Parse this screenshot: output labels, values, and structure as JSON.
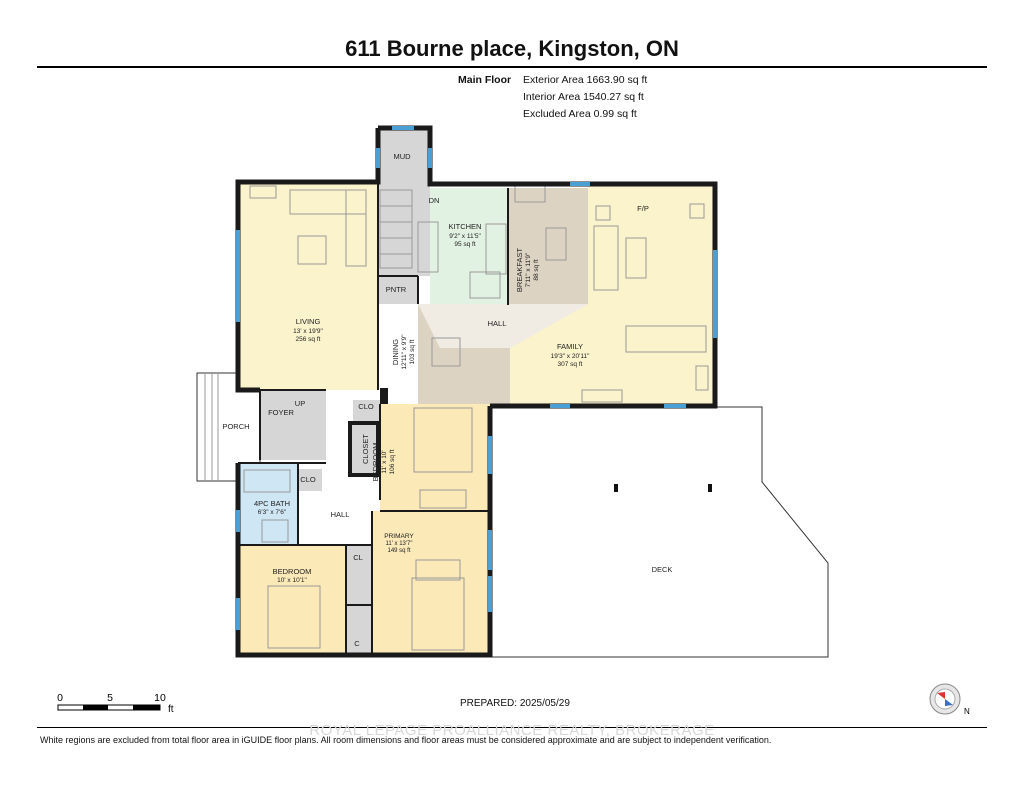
{
  "header": {
    "title": "611 Bourne place, Kingston, ON"
  },
  "area_summary": {
    "floor": "Main Floor",
    "exterior": "Exterior Area 1663.90 sq ft",
    "interior": "Interior Area 1540.27 sq ft",
    "excluded": "Excluded Area 0.99 sq ft"
  },
  "rooms": {
    "mud": "MUD",
    "dn": "DN",
    "kitchen": {
      "name": "KITCHEN",
      "dims": "9'2\" x 11'5\"",
      "area": "95 sq ft"
    },
    "breakfast": {
      "name": "BREAKFAST",
      "dims": "7'11\" x 11'9\"",
      "area": "88 sq ft"
    },
    "fp": "F/P",
    "living": {
      "name": "LIVING",
      "dims": "13' x 19'9\"",
      "area": "256 sq ft"
    },
    "pntr": "PNTR",
    "hall_top": "HALL",
    "dining": {
      "name": "DINING",
      "dims": "12'11\" x 9'9\"",
      "area": "103 sq ft"
    },
    "family": {
      "name": "FAMILY",
      "dims": "19'3\" x 20'11\"",
      "area": "307 sq ft"
    },
    "up": "UP",
    "foyer": "FOYER",
    "porch": "PORCH",
    "clo_top": "CLO",
    "closet": "CLOSET",
    "bedroom_upper": {
      "name": "BEDROOM",
      "dims": "11' x 10'",
      "area": "106 sq ft"
    },
    "clo_bath": "CLO",
    "bath": {
      "name": "4PC BATH",
      "dims": "6'3\" x 7'6\""
    },
    "hall_bottom": "HALL",
    "primary": {
      "name": "PRIMARY",
      "dims": "11' x 13'7\"",
      "area": "149 sq ft"
    },
    "deck": "DECK",
    "cl": "CL",
    "bedroom_lower": {
      "name": "BEDROOM",
      "dims": "10' x 10'1\""
    },
    "c": "C"
  },
  "scale_bar": {
    "ticks": [
      "0",
      "5",
      "10"
    ],
    "unit": "ft"
  },
  "prepared": "PREPARED: 2025/05/29",
  "watermark": "ROYAL LEPAGE PROALLIANCE REALTY, BROKERAGE",
  "disclaimer": "White regions are excluded from total floor area in iGUIDE floor plans. All room dimensions and floor areas must be considered approximate and are subject to independent verification.",
  "compass": {
    "label": "N"
  },
  "colors": {
    "wall": "#1a1a1a",
    "window": "#4a9fd4",
    "living": "#fbf3cc",
    "kitchen": "#e2f2e2",
    "breakfast": "#ddd3c3",
    "dining": "#ddd3c3",
    "family": "#fbf3cc",
    "bath": "#cfe6f5",
    "bedroom": "#fbe9b8",
    "service": "#d6d6d6",
    "deck": "#ffffff"
  }
}
